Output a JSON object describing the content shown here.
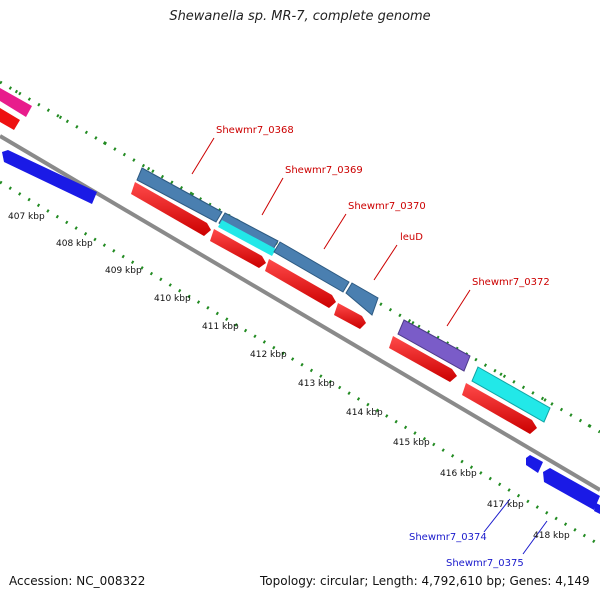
{
  "title": "Shewanella sp. MR-7, complete genome",
  "footer": {
    "accession": "Accession: NC_008322",
    "summary": "Topology: circular; Length: 4,792,610 bp; Genes: 4,149"
  },
  "scale": {
    "unit": "kbp",
    "ticks": [
      "407 kbp",
      "408 kbp",
      "409 kbp",
      "410 kbp",
      "411 kbp",
      "412 kbp",
      "413 kbp",
      "414 kbp",
      "415 kbp",
      "416 kbp",
      "417 kbp",
      "418 kbp"
    ]
  },
  "genes": [
    {
      "name": "Shewmr7_0368",
      "color": "#cc0000"
    },
    {
      "name": "Shewmr7_0369",
      "color": "#cc0000"
    },
    {
      "name": "Shewmr7_0370",
      "color": "#cc0000"
    },
    {
      "name": "leuD",
      "color": "#cc0000"
    },
    {
      "name": "Shewmr7_0372",
      "color": "#cc0000"
    },
    {
      "name": "Shewmr7_0374",
      "color": "#1a1acc"
    },
    {
      "name": "Shewmr7_0375",
      "color": "#1a1acc"
    }
  ],
  "colors": {
    "backbone": "#8a8a8a",
    "gc_dots": "#228b22",
    "cds_red": "#ee1111",
    "cds_blue": "#1a1ae6",
    "steelblue": "#4a7fb0",
    "cyan": "#22e8e8",
    "purple": "#7a5cc8",
    "magenta": "#e81c8c"
  }
}
